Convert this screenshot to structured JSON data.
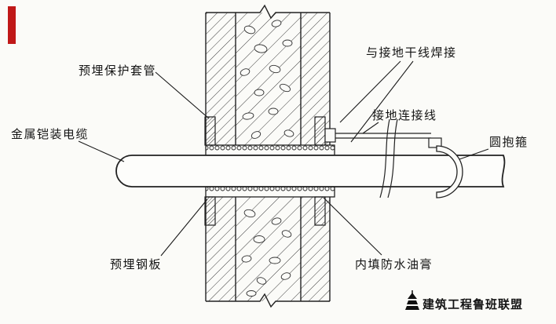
{
  "colors": {
    "accent_red": "#c01818",
    "ink": "#1a1a1a",
    "bg": "#fbfbf8"
  },
  "diagram": {
    "labels": {
      "sleeve": "预埋保护套管",
      "cable": "金属铠装电缆",
      "weld": "与接地干线焊接",
      "ground_wire": "接地连接线",
      "clamp": "圆抱箍",
      "steel_plate": "预埋钢板",
      "sealant": "内填防水油膏"
    }
  },
  "watermark": {
    "brand": "建筑工程鲁班联盟"
  }
}
